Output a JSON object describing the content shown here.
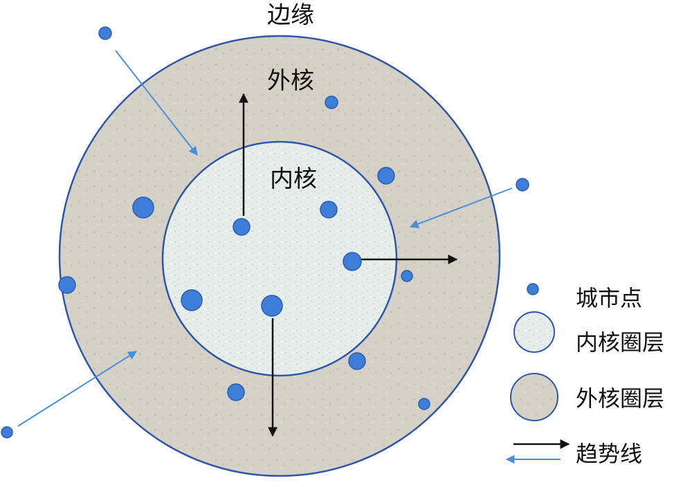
{
  "labels": {
    "edge": "边缘",
    "outer_core": "外核",
    "inner_core": "内核"
  },
  "legend": {
    "city_point": "城市点",
    "inner_layer": "内核圈层",
    "outer_layer": "外核圈层",
    "trend_line": "趋势线"
  },
  "colors": {
    "outer_fill": "#d6d1c6",
    "inner_fill": "#e6ece9",
    "ring_stroke": "#2e56a6",
    "city_fill": "#3f7ed8",
    "city_stroke": "#2a5bb0",
    "trend_out": "#111111",
    "trend_in": "#4a8fdc"
  }
}
